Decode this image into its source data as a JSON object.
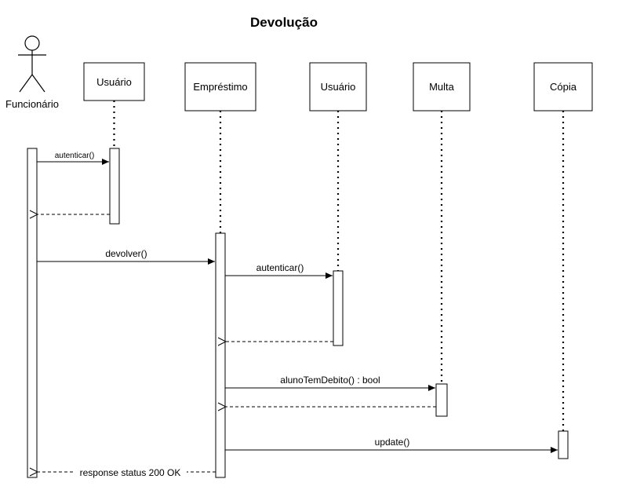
{
  "title": "Devolução",
  "actor": {
    "label": "Funcionário"
  },
  "lifelines": {
    "usuario1": "Usuário",
    "emprestimo": "Empréstimo",
    "usuario2": "Usuário",
    "multa": "Multa",
    "copia": "Cópia"
  },
  "messages": {
    "m1": "autenticar()",
    "m2": "devolver()",
    "m3": "autenticar()",
    "m4": "alunoTemDebito() : bool",
    "m5": "update()",
    "m6": "response status 200 OK"
  },
  "colors": {
    "line": "#000000",
    "background": "#ffffff"
  }
}
